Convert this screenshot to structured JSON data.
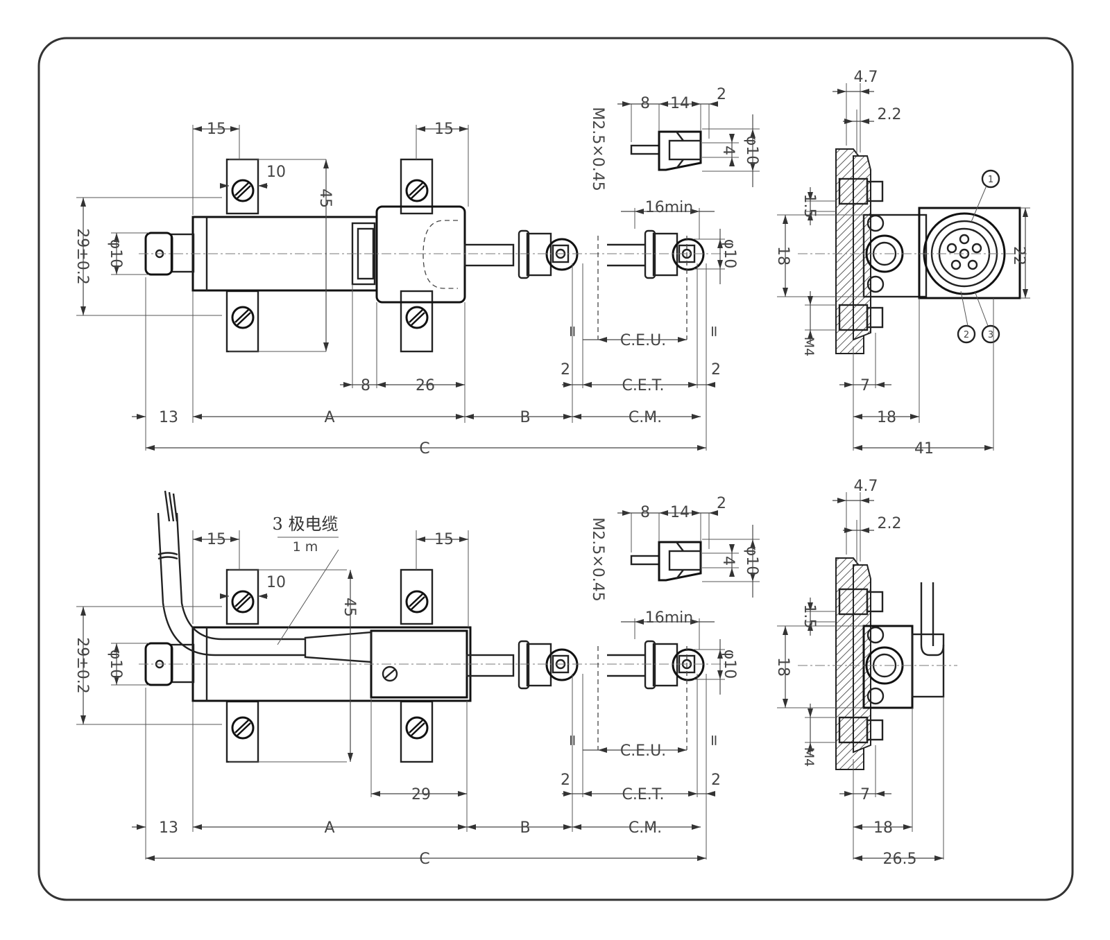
{
  "top_view": {
    "dim_mount_width_left": "15",
    "dim_mount_width_right": "15",
    "dim_slot": "10",
    "dim_mount_spacing": "45",
    "dim_height": "29±0.2",
    "dim_rod_end_dia": "φ10",
    "dim_8": "8",
    "dim_26": "26",
    "dim_13": "13",
    "dim_A": "A",
    "dim_B": "B",
    "dim_CM": "C.M.",
    "dim_C": "C",
    "dim_ceu": "C.E.U.",
    "dim_cet": "C.E.T.",
    "dim_2_left": "2",
    "dim_2_right": "2",
    "dim_eq_left": "=",
    "dim_eq_right": "=",
    "dim_16min": "16min.",
    "dim_rod_dia": "φ10"
  },
  "top_detail": {
    "dim_8": "8",
    "dim_14": "14",
    "dim_2": "2",
    "dim_thread": "M2.5×0.45",
    "dim_4": "4",
    "dim_dia10": "φ10"
  },
  "top_side": {
    "dim_4_7": "4.7",
    "dim_2_2": "2.2",
    "dim_1_5": "1.5",
    "dim_18v": "18",
    "dim_22": "22",
    "dim_m4": "M4",
    "dim_7": "7",
    "dim_18h": "18",
    "dim_41": "41",
    "pin_1": "1",
    "pin_2": "2",
    "pin_3": "3"
  },
  "bottom_view": {
    "cable_label": "3 极电缆",
    "cable_length": "1 m",
    "dim_mount_width_left": "15",
    "dim_mount_width_right": "15",
    "dim_slot": "10",
    "dim_mount_spacing": "45",
    "dim_height": "29±0.2",
    "dim_rod_end_dia": "φ10",
    "dim_29": "29",
    "dim_13": "13",
    "dim_A": "A",
    "dim_B": "B",
    "dim_CM": "C.M.",
    "dim_C": "C",
    "dim_ceu": "C.E.U.",
    "dim_cet": "C.E.T.",
    "dim_2_left": "2",
    "dim_2_right": "2",
    "dim_eq_left": "=",
    "dim_eq_right": "=",
    "dim_16min": "16min.",
    "dim_rod_dia": "φ10"
  },
  "bottom_detail": {
    "dim_8": "8",
    "dim_14": "14",
    "dim_2": "2",
    "dim_thread": "M2.5×0.45",
    "dim_4": "4",
    "dim_dia10": "φ10"
  },
  "bottom_side": {
    "dim_4_7": "4.7",
    "dim_2_2": "2.2",
    "dim_1_5": "1.5",
    "dim_18v": "18",
    "dim_m4": "M4",
    "dim_7": "7",
    "dim_18h": "18",
    "dim_26_5": "26.5"
  }
}
